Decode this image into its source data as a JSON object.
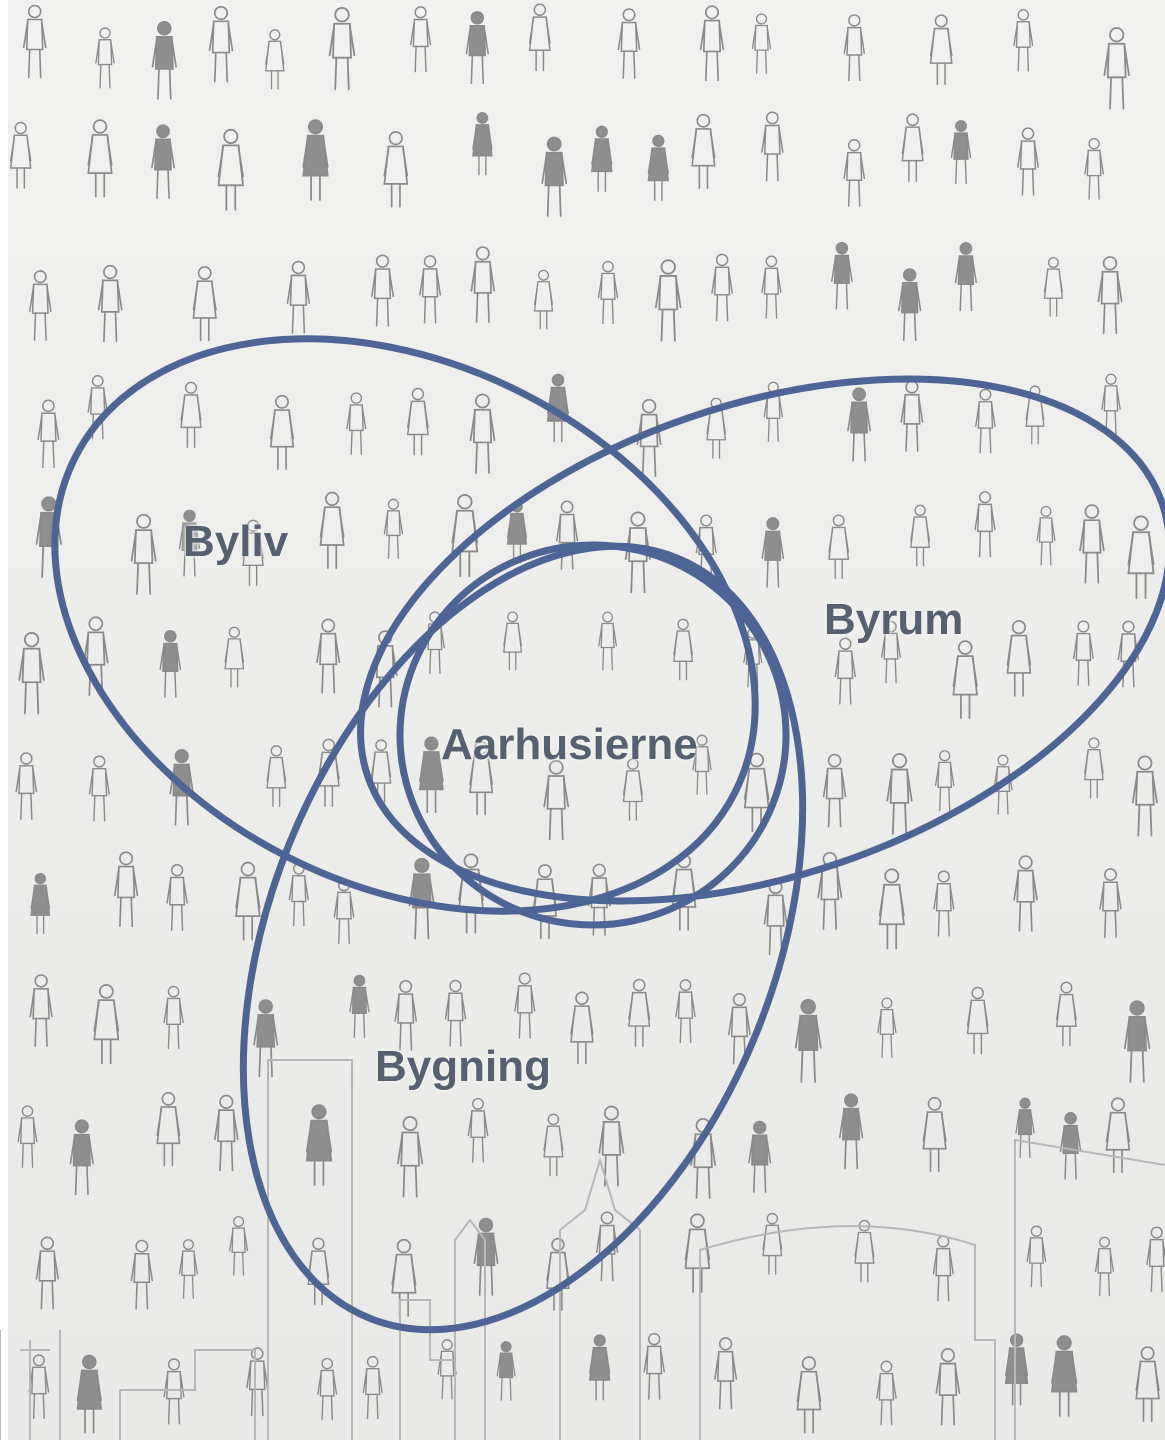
{
  "diagram": {
    "accent_color": "#4d6594",
    "circles": [
      {
        "id": "byliv",
        "label": "Byliv"
      },
      {
        "id": "byrum",
        "label": "Byrum"
      },
      {
        "id": "aarhusierne",
        "label": "Aarhusierne"
      },
      {
        "id": "bygning",
        "label": "Bygning"
      }
    ]
  },
  "background": {
    "illustration": "crowd-of-people-and-city-skyline-illustration",
    "figure_color": "#8a8a8a"
  }
}
